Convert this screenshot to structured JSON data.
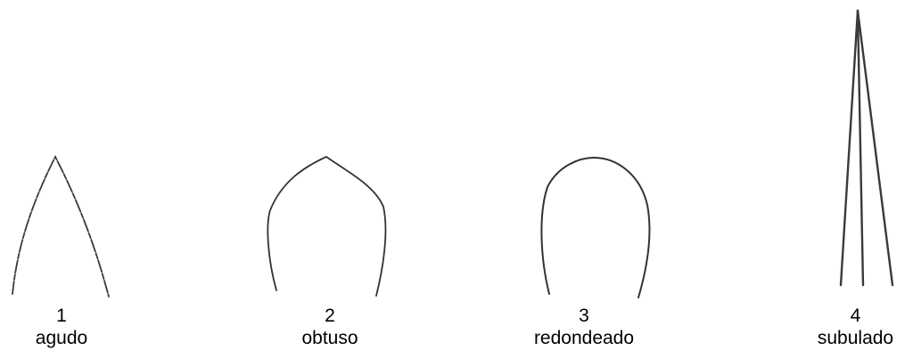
{
  "figure": {
    "shapes": [
      {
        "number": "1",
        "name": "agudo"
      },
      {
        "number": "2",
        "name": "obtuso"
      },
      {
        "number": "3",
        "name": "redondeado"
      },
      {
        "number": "4",
        "name": "subulado"
      }
    ]
  },
  "colors": {
    "background": "#ffffff",
    "line": "#333333",
    "text": "#000000"
  }
}
